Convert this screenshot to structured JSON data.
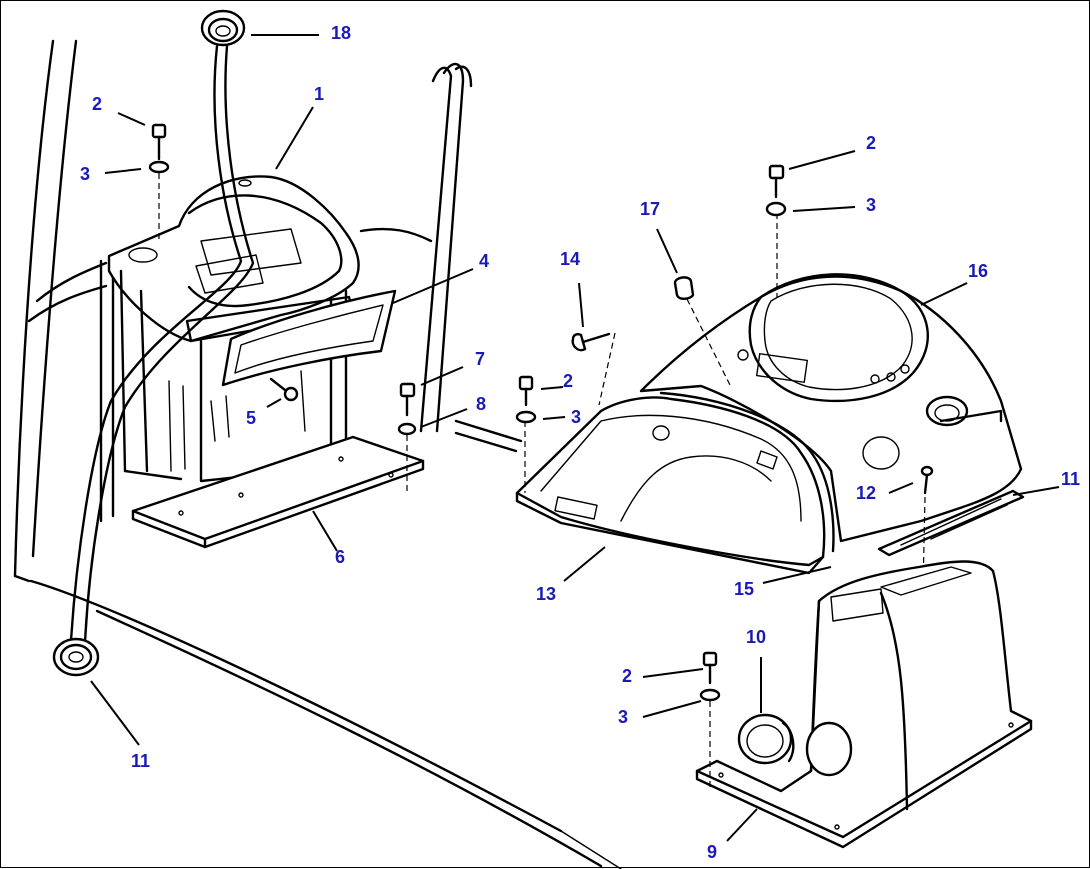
{
  "colors": {
    "callout_text": "#1a1ab8",
    "line_art": "#000000",
    "background": "#ffffff"
  },
  "callouts": [
    {
      "id": "c18",
      "text": "18"
    },
    {
      "id": "c1",
      "text": "1"
    },
    {
      "id": "c2a",
      "text": "2"
    },
    {
      "id": "c3a",
      "text": "3"
    },
    {
      "id": "c4",
      "text": "4"
    },
    {
      "id": "c5",
      "text": "5"
    },
    {
      "id": "c7",
      "text": "7"
    },
    {
      "id": "c8",
      "text": "8"
    },
    {
      "id": "c6",
      "text": "6"
    },
    {
      "id": "c11a",
      "text": "11"
    },
    {
      "id": "c14",
      "text": "14"
    },
    {
      "id": "c17",
      "text": "17"
    },
    {
      "id": "c2b",
      "text": "2"
    },
    {
      "id": "c3b",
      "text": "3"
    },
    {
      "id": "c16",
      "text": "16"
    },
    {
      "id": "c2c",
      "text": "2"
    },
    {
      "id": "c3c",
      "text": "3"
    },
    {
      "id": "c13",
      "text": "13"
    },
    {
      "id": "c15",
      "text": "15"
    },
    {
      "id": "c12",
      "text": "12"
    },
    {
      "id": "c11b",
      "text": "11"
    },
    {
      "id": "c10",
      "text": "10"
    },
    {
      "id": "c2d",
      "text": "2"
    },
    {
      "id": "c3d",
      "text": "3"
    },
    {
      "id": "c9",
      "text": "9"
    }
  ]
}
